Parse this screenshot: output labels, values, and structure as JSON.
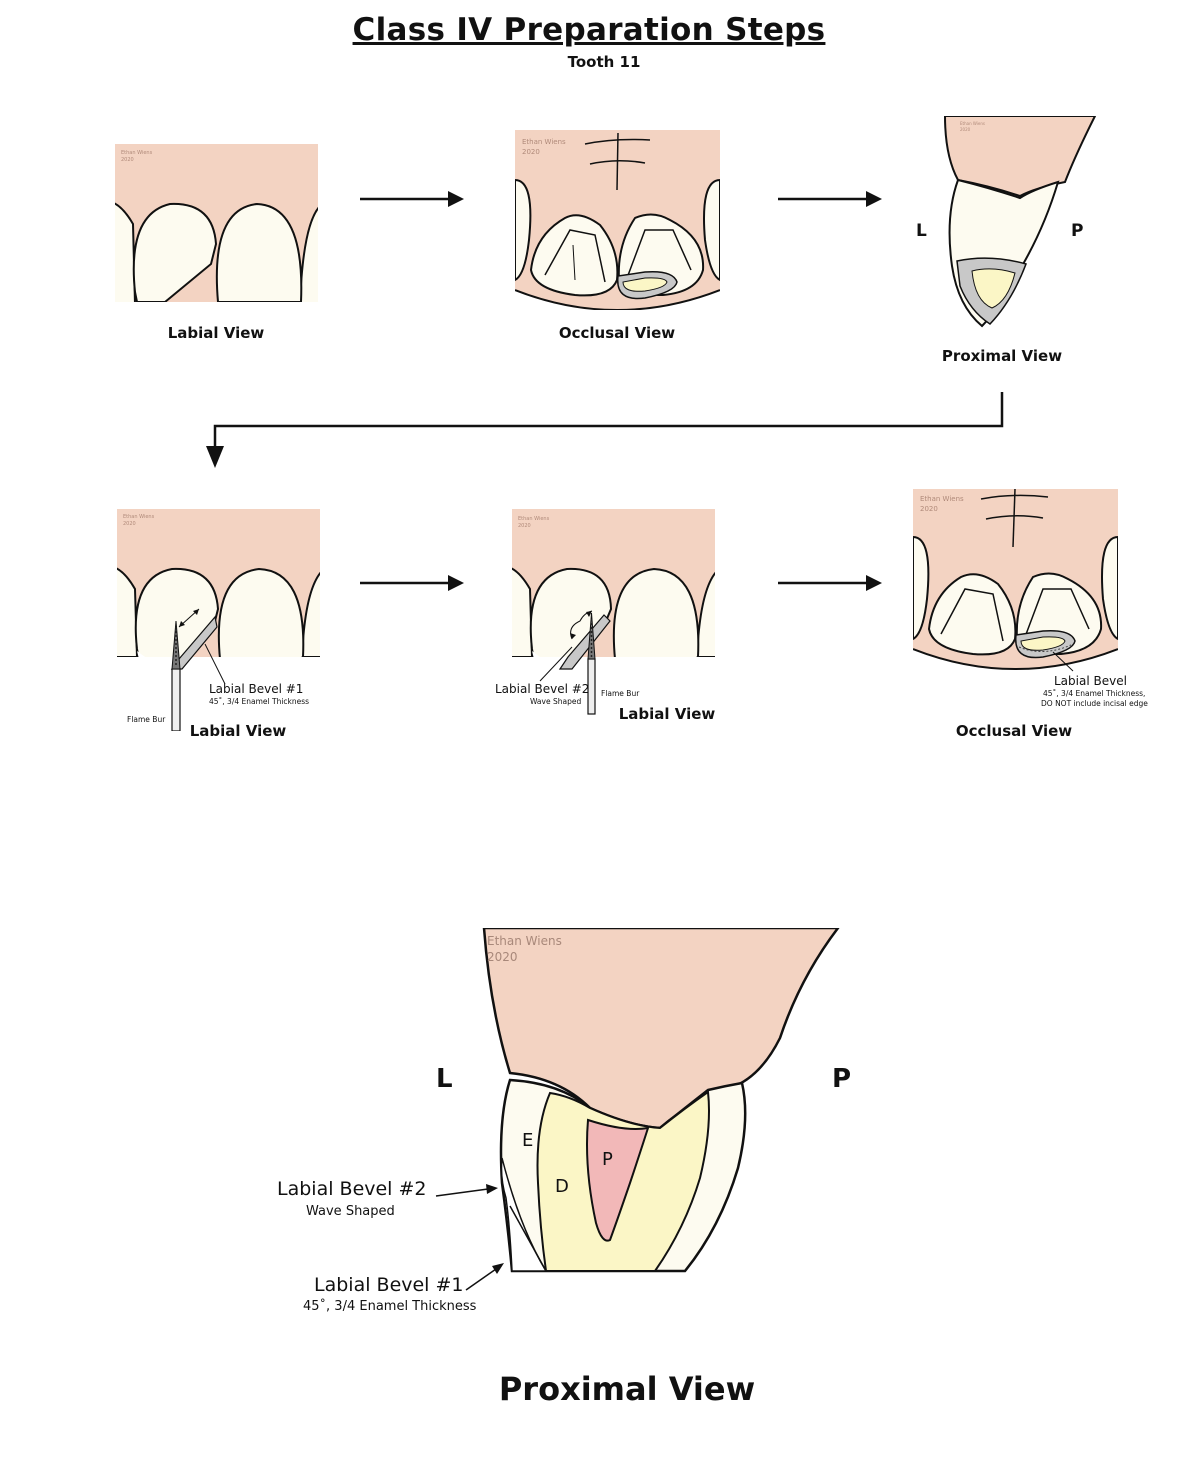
{
  "title": "Class IV Preparation Steps",
  "subtitle": "Tooth 11",
  "watermark": {
    "name": "Ethan Wiens",
    "year": "2020"
  },
  "row1": {
    "labial_caption": "Labial View",
    "occlusal_caption": "Occlusal View",
    "proximal_caption": "Proximal View",
    "side_left": "L",
    "side_right": "P"
  },
  "row2": {
    "labial1_caption": "Labial View",
    "labial1_label": "Labial Bevel #1",
    "labial1_sub": "45˚, 3/4 Enamel Thickness",
    "labial1_bur": "Flame Bur",
    "labial2_caption": "Labial View",
    "labial2_label": "Labial Bevel #2",
    "labial2_sub": "Wave Shaped",
    "labial2_bur": "Flame Bur",
    "occlusal_caption": "Occlusal View",
    "occlusal_label": "Labial Bevel",
    "occlusal_sub1": "45˚, 3/4 Enamel Thickness,",
    "occlusal_sub2": "DO NOT include incisal edge"
  },
  "detail": {
    "side_left": "L",
    "side_right": "P",
    "enamel": "E",
    "dentin": "D",
    "pulp": "P",
    "bevel2_label": "Labial Bevel #2",
    "bevel2_sub": "Wave Shaped",
    "bevel1_label": "Labial Bevel #1",
    "bevel1_sub": "45˚, 3/4 Enamel Thickness",
    "caption": "Proximal View"
  },
  "colors": {
    "gum": "#f3d3c2",
    "tooth": "#fdfbf0",
    "dentin": "#fbf6c6",
    "pulp": "#f2b8b8",
    "prep_gray": "#c8c8c8",
    "outline": "#111111"
  }
}
